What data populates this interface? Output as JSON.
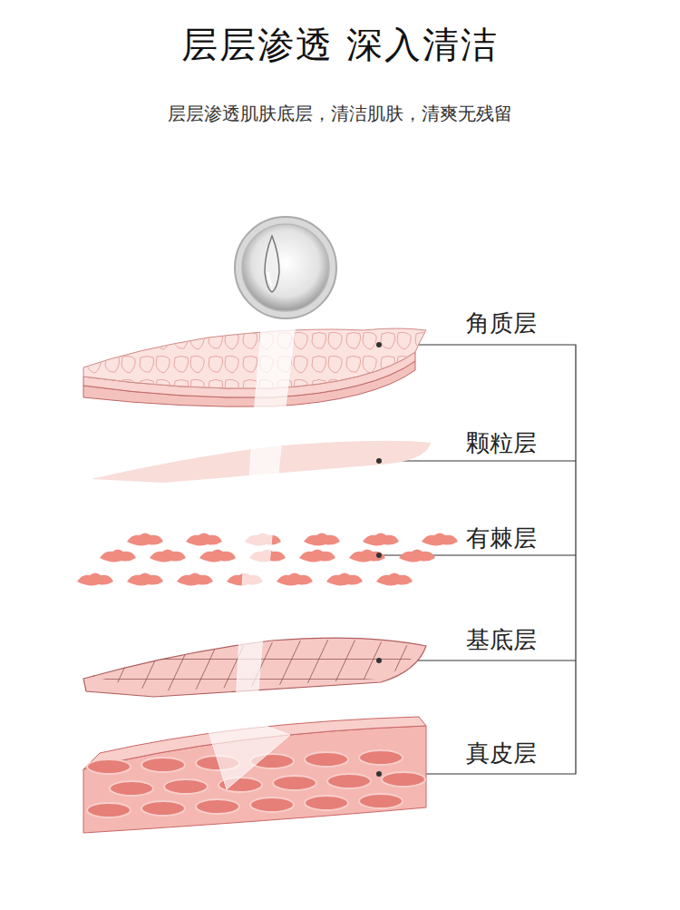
{
  "diagram": {
    "title": "层层渗透 深入清洁",
    "labels": [
      "层层渗透肌肤底层，清洁肌肤，清爽无残留",
      "角质层",
      "颗粒层",
      "有棘层",
      "基底层",
      "真皮层"
    ]
  }
}
